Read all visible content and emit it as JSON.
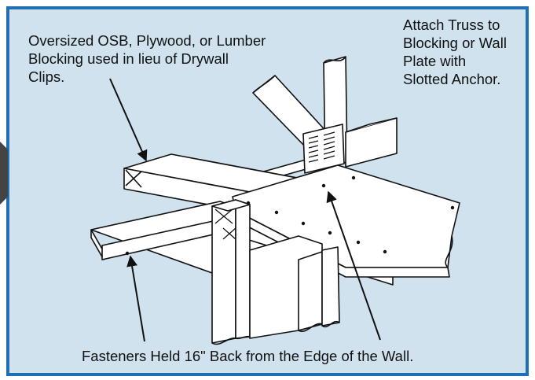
{
  "callouts": {
    "blocking": "Oversized OSB, Plywood, or Lumber\nBlocking used in lieu of Drywall\nClips.",
    "truss_attachment": "Attach Truss to\nBlocking or Wall\nPlate with\nSlotted Anchor.",
    "fasteners": "Fasteners Held 16\" Back from the Edge of the Wall."
  },
  "colors": {
    "panel_background": "#cfe2ee",
    "panel_border": "#1f6fb5",
    "line_art": "#111111",
    "surface": "#ffffff"
  }
}
